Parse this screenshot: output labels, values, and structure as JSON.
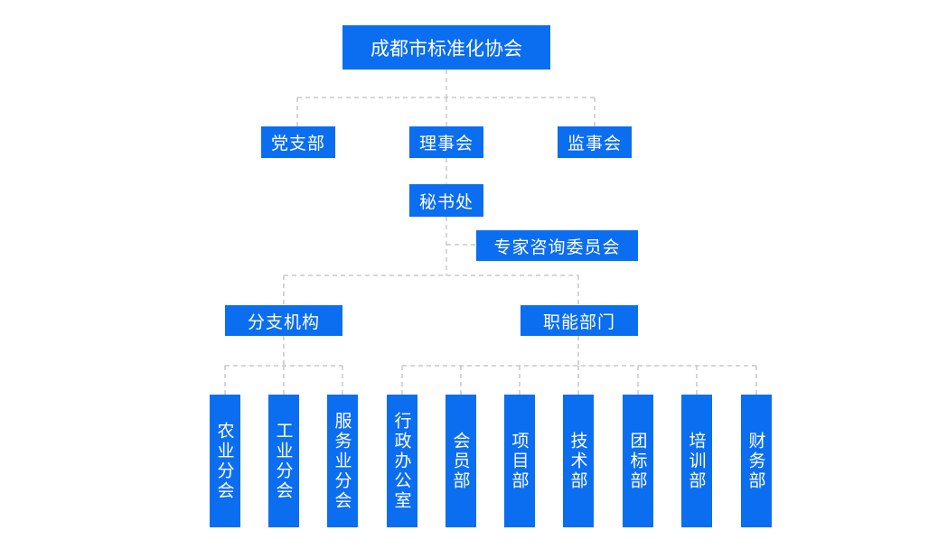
{
  "org": {
    "root": "成都市标准化协会",
    "party_branch": "党支部",
    "council": "理事会",
    "supervisory_board": "监事会",
    "secretariat": "秘书处",
    "expert_committee": "专家咨询委员会",
    "branches": {
      "label": "分支机构",
      "items": [
        "农业分会",
        "工业分会",
        "服务业分会"
      ]
    },
    "departments": {
      "label": "职能部门",
      "items": [
        "行政办公室",
        "会员部",
        "项目部",
        "技术部",
        "团标部",
        "培训部",
        "财务部"
      ]
    }
  },
  "colors": {
    "node_fill": "#0b6ef0",
    "node_text": "#ffffff",
    "connector": "#c8c8c8"
  }
}
